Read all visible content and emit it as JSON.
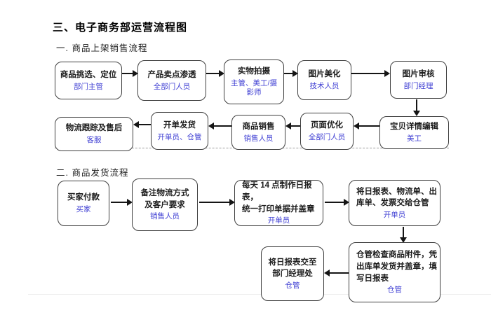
{
  "page": {
    "title": "三、电子商务部运营流程图",
    "section1_label": "一. 商品上架销售流程",
    "section2_label": "二. 商品发货流程"
  },
  "colors": {
    "title_text": "#000000",
    "step_text": "#1b1b1b",
    "role_text": "#3f3fd3",
    "box_border": "#3f3f3f",
    "background": "#ffffff"
  },
  "flow1": {
    "row1": [
      {
        "title": "商品挑选、定位",
        "role": "部门主管"
      },
      {
        "title": "产品卖点渗透",
        "role": "全部门人员"
      },
      {
        "title": "实物拍摄",
        "role": "主管、美工/摄影师"
      },
      {
        "title": "图片美化",
        "role": "技术人员"
      },
      {
        "title": "图片审核",
        "role": "部门经理"
      }
    ],
    "row2": [
      {
        "title": "物流跟踪及售后",
        "role": "客服"
      },
      {
        "title": "开单发货",
        "role": "开单员、仓管"
      },
      {
        "title": "商品销售",
        "role": "销售人员"
      },
      {
        "title": "页面优化",
        "role": "全部门人员"
      },
      {
        "title": "宝贝详情编辑",
        "role": "美工"
      }
    ]
  },
  "flow2": {
    "row1": [
      {
        "title": "买家付款",
        "role": "买家"
      },
      {
        "title": "备注物流方式\n及客户要求",
        "role": "销售人员"
      },
      {
        "title": "每天 14 点制作日报表，\n统一打印单据并盖章",
        "role": "开单员"
      },
      {
        "title": "将日报表、物流单、出\n库单、发票交给仓管",
        "role": "开单员"
      }
    ],
    "row2": [
      {
        "title": "将日报表交至\n部门经理处",
        "role": "仓管"
      },
      {
        "title": "仓管检查商品附件，凭\n出库单发货并盖章，填\n写日报表",
        "role": "仓管"
      }
    ]
  }
}
